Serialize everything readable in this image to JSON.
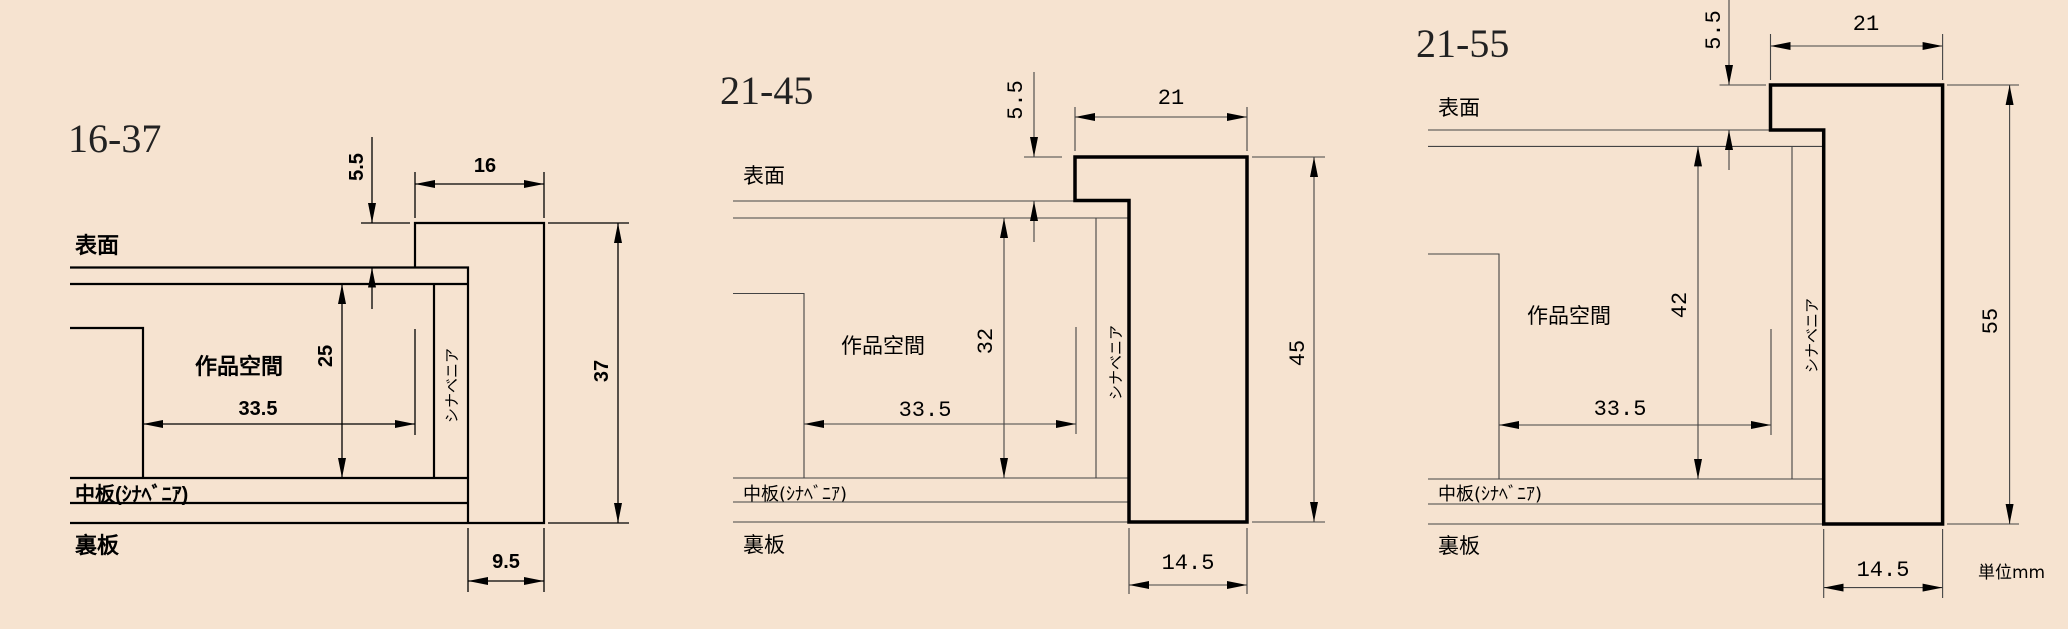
{
  "unit_label": "単位mm",
  "panels": [
    {
      "title": "16-37",
      "labels": {
        "surface": "表面",
        "middle_board": "中板(ｼﾅﾍﾞﾆｱ)",
        "back_board": "裏板",
        "artwork_space": "作品空間",
        "veneer": "シナベニア"
      },
      "dims": {
        "lip": "5.5",
        "width": "16",
        "height": "37",
        "inner_height": "25",
        "space_width": "33.5",
        "bottom_width": "9.5"
      }
    },
    {
      "title": "21-45",
      "labels": {
        "surface": "表面",
        "middle_board": "中板(ｼﾅﾍﾞﾆｱ)",
        "back_board": "裏板",
        "artwork_space": "作品空間",
        "veneer": "シナベニア"
      },
      "dims": {
        "lip": "5.5",
        "width": "21",
        "height": "45",
        "inner_height": "32",
        "space_width": "33.5",
        "bottom_width": "14.5"
      }
    },
    {
      "title": "21-55",
      "labels": {
        "surface": "表面",
        "middle_board": "中板(ｼﾅﾍﾞﾆｱ)",
        "back_board": "裏板",
        "artwork_space": "作品空間",
        "veneer": "シナベニア"
      },
      "dims": {
        "lip": "5.5",
        "width": "21",
        "height": "55",
        "inner_height": "42",
        "space_width": "33.5",
        "bottom_width": "14.5"
      }
    }
  ]
}
